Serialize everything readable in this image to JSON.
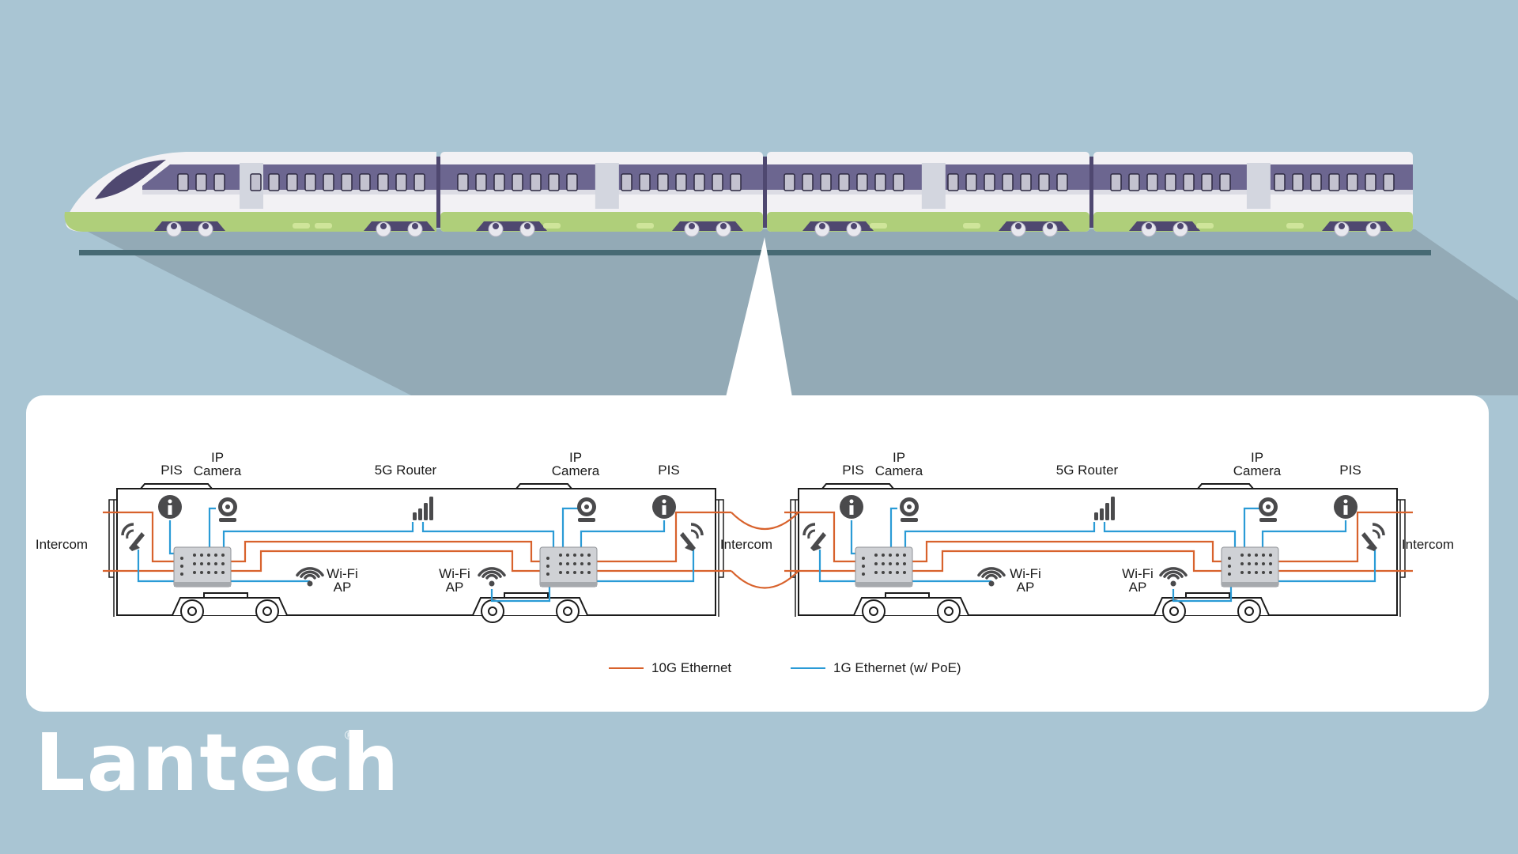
{
  "brand": {
    "name": "Lantech",
    "registered_mark": "®"
  },
  "colors": {
    "background": "#a9c5d3",
    "shadow": "#93aab6",
    "rail": "#476a74",
    "train_body": "#f2f1f4",
    "train_stripe": "#6c6690",
    "train_green": "#afcf7a",
    "train_dark": "#4f4870",
    "line_10g": "#d8622c",
    "line_1g": "#2a9bd6",
    "icon_dark": "#4a4a4c",
    "outline": "#1b1b1b"
  },
  "train": {
    "cars": 4,
    "highlighted_coupling": "between car 2 and car 3"
  },
  "diagram": {
    "cars": [
      {
        "id": "car-a",
        "labels": {
          "intercom_left": "Intercom",
          "pis_left": "PIS",
          "camera_left": [
            "IP",
            "Camera"
          ],
          "router": "5G Router",
          "camera_right": [
            "IP",
            "Camera"
          ],
          "pis_right": "PIS",
          "wifi_left": [
            "Wi-Fi",
            "AP"
          ],
          "wifi_right": [
            "Wi-Fi",
            "AP"
          ]
        }
      },
      {
        "id": "car-b",
        "labels": {
          "pis_left": "PIS",
          "camera_left": [
            "IP",
            "Camera"
          ],
          "router": "5G Router",
          "camera_right": [
            "IP",
            "Camera"
          ],
          "pis_right": "PIS",
          "intercom_right": "Intercom",
          "wifi_left": [
            "Wi-Fi",
            "AP"
          ],
          "wifi_right": [
            "Wi-Fi",
            "AP"
          ]
        }
      }
    ],
    "coupling_label": "Intercom"
  },
  "legend": [
    {
      "label": "10G Ethernet",
      "color": "#d8622c"
    },
    {
      "label": "1G Ethernet (w/ PoE)",
      "color": "#2a9bd6"
    }
  ]
}
